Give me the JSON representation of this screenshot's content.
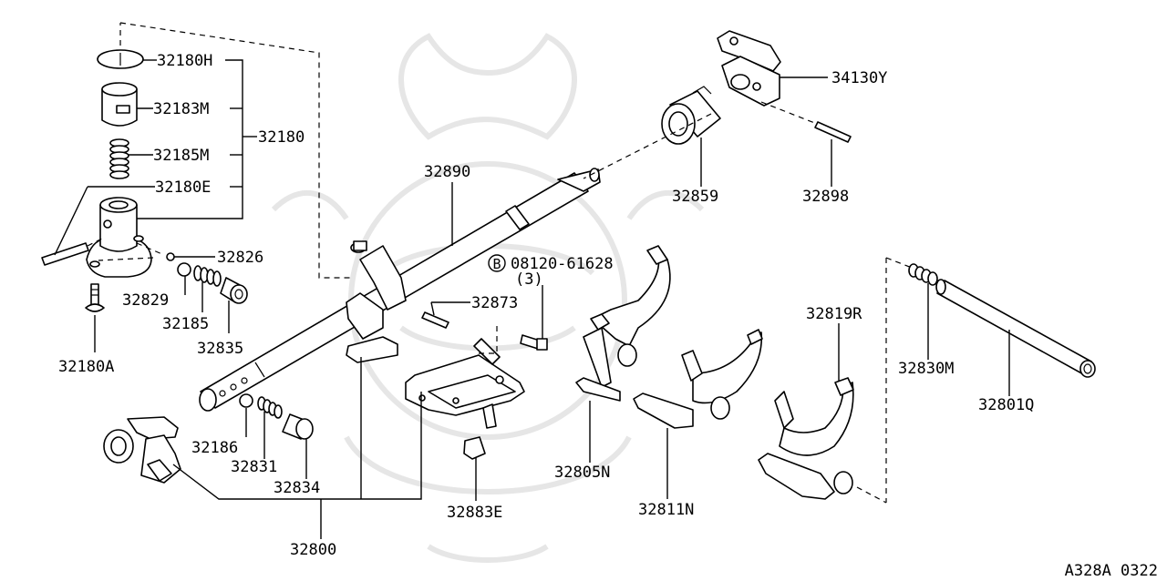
{
  "diagram": {
    "callouts": {
      "c32180H": "32180H",
      "c32183M": "32183M",
      "c32185M": "32185M",
      "c32180": "32180",
      "c32180E": "32180E",
      "c32826": "32826",
      "c32829": "32829",
      "c32185": "32185",
      "c32835": "32835",
      "c32180A": "32180A",
      "c32890": "32890",
      "c32859": "32859",
      "c34130Y": "34130Y",
      "c32898": "32898",
      "bolt_badge": "B",
      "bolt_code": "08120-61628",
      "bolt_qty": "(3)",
      "c32873": "32873",
      "c32819R": "32819R",
      "c32830M": "32830M",
      "c32801Q": "32801Q",
      "c32186": "32186",
      "c32831": "32831",
      "c32834": "32834",
      "c32800": "32800",
      "c32883E": "32883E",
      "c32805N": "32805N",
      "c32811N": "32811N"
    },
    "reference_code": "A328A 0322"
  }
}
